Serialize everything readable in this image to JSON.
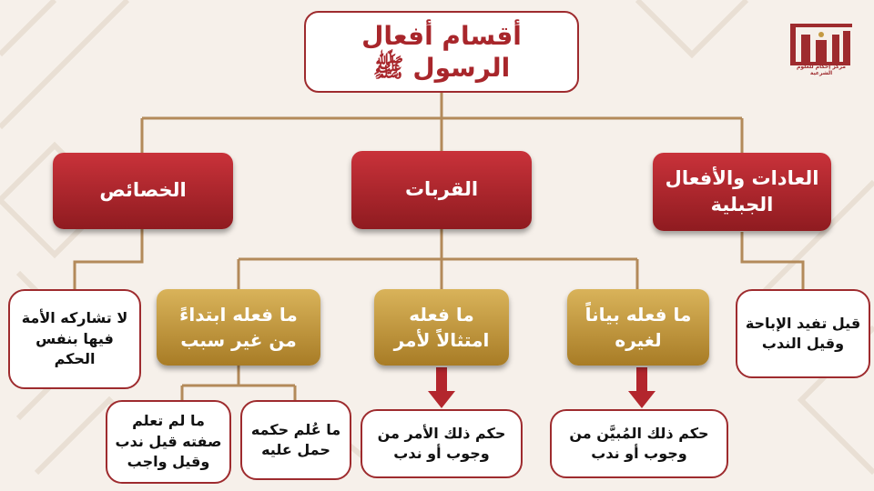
{
  "title": {
    "line1": "أقسام أفعال",
    "line2": "الرسول ﷺ"
  },
  "categories": {
    "left": "الخصائص",
    "center": "القربات",
    "right": "العادات والأفعال الجبلية"
  },
  "notes": {
    "left": "لا تشاركه الأمة فيها بنفس الحكم",
    "right": "قيل تفيد الإباحة وقيل الندب"
  },
  "subtypes": {
    "left": "ما فعله ابتداءً من غير سبب",
    "center": "ما فعله امتثالاً لأمر",
    "right": "ما فعله بياناً لغيره"
  },
  "rulings": {
    "unknown_ruling": "ما لم تعلم صفته قيل ندب وقيل واجب",
    "known_ruling": "ما عُلم حكمه حمل عليه",
    "command": "حكم ذلك الأمر من وجوب أو ندب",
    "explained": "حكم ذلك المُبيَّن من وجوب أو ندب"
  },
  "logo": {
    "name": "إحكام",
    "subtitle": "مركز إحكام للعلوم الشرعية"
  },
  "colors": {
    "primary_red": "#9e2b2e",
    "gold": "#c49a42",
    "connector": "#b38a5a",
    "background": "#f6f0ea"
  }
}
